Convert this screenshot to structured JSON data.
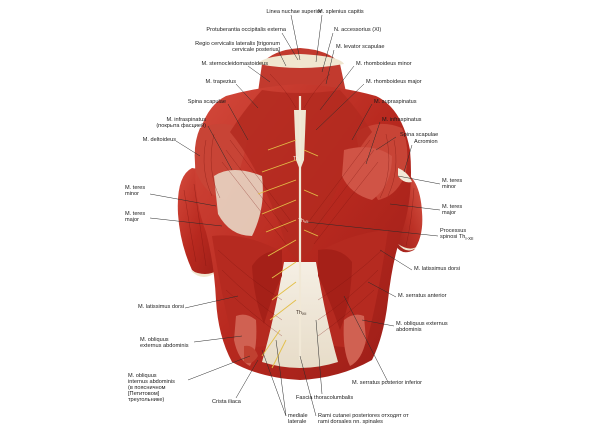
{
  "labels": {
    "linea_nuchae_superior": "Linea nuchae superior",
    "m_splenius_capitis": "M. splenius capitis",
    "protuberantia": "Protuberantia occipitalis externa",
    "n_accessorius": "N. accessorius (XI)",
    "regio_cervicalis_1": "Regio cervicalis lateralis [trigonum",
    "regio_cervicalis_2": "cervicale posterius]",
    "m_levator_scapulae": "M. levator scapulae",
    "m_sternocleidomastoideus": "M. sternocleidomastoideus",
    "m_rhomboideus_minor": "M. rhomboideus minor",
    "m_trapezius": "M. trapezius",
    "m_rhomboideus_major": "M. rhomboideus major",
    "spina_scapulae_left": "Spina scapulae",
    "m_supraspinatus": "M. supraspinatus",
    "m_infraspinatus_left_1": "M. infraspinatus",
    "m_infraspinatus_left_2": "(покрыта фасцией)",
    "m_infraspinatus_right": "M. infraspinatus",
    "spina_scapulae_right": "Spina scapulae",
    "acromion": "Acromion",
    "m_deltoideus": "M. deltoideus",
    "m_teres_minor_left_1": "M. teres",
    "m_teres_minor_left_2": "minor",
    "m_teres_minor_right_1": "M. teres",
    "m_teres_minor_right_2": "minor",
    "m_teres_major_left_1": "M. teres",
    "m_teres_major_left_2": "major",
    "m_teres_major_right_1": "M. teres",
    "m_teres_major_right_2": "major",
    "processus_spinosi_1": "Processus",
    "processus_spinosi_2": "spinosi Th",
    "processus_spinosi_sub": "I-XII",
    "m_latissimus_dorsi_right": "M. latissimus dorsi",
    "m_serratus_anterior": "M. serratus anterior",
    "m_latissimus_dorsi_left": "M. latissimus dorsi",
    "m_obliquus_ext_right_1": "M. obliquus externus",
    "m_obliquus_ext_right_2": "abdominis",
    "m_obliquus_ext_left_1": "M. obliquus",
    "m_obliquus_ext_left_2": "externus abdominis",
    "m_obliquus_int_1": "M. obliquus",
    "m_obliquus_int_2": "internus abdominis",
    "m_obliquus_int_3": "(в поясничном",
    "m_obliquus_int_4": "[Петитовом]",
    "m_obliquus_int_5": "треугольнике)",
    "m_serratus_post_inf": "M. serratus posterior inferior",
    "fascia_thoracolumbalis": "Fascia thoracolumbalis",
    "crista_iliaca": "Crista iliaca",
    "mediales": "mediale",
    "laterale": "laterale",
    "rami_cutanei_1": "Rami cutanei posteriores отходят от",
    "rami_cutanei_2": "rami dorsales nn. spinales",
    "th1": "Th",
    "th1_sub": "I",
    "th7": "Th",
    "th7_sub": "VII",
    "th12": "Th",
    "th12_sub": "XII"
  },
  "colors": {
    "muscle_dark": "#a3211c",
    "muscle_mid": "#c9392e",
    "muscle_light": "#e0604f",
    "tendon": "#efe8dc",
    "fascia": "#f2ece0",
    "leader_line": "#2b2b2b",
    "nerve": "#e6c04a"
  }
}
